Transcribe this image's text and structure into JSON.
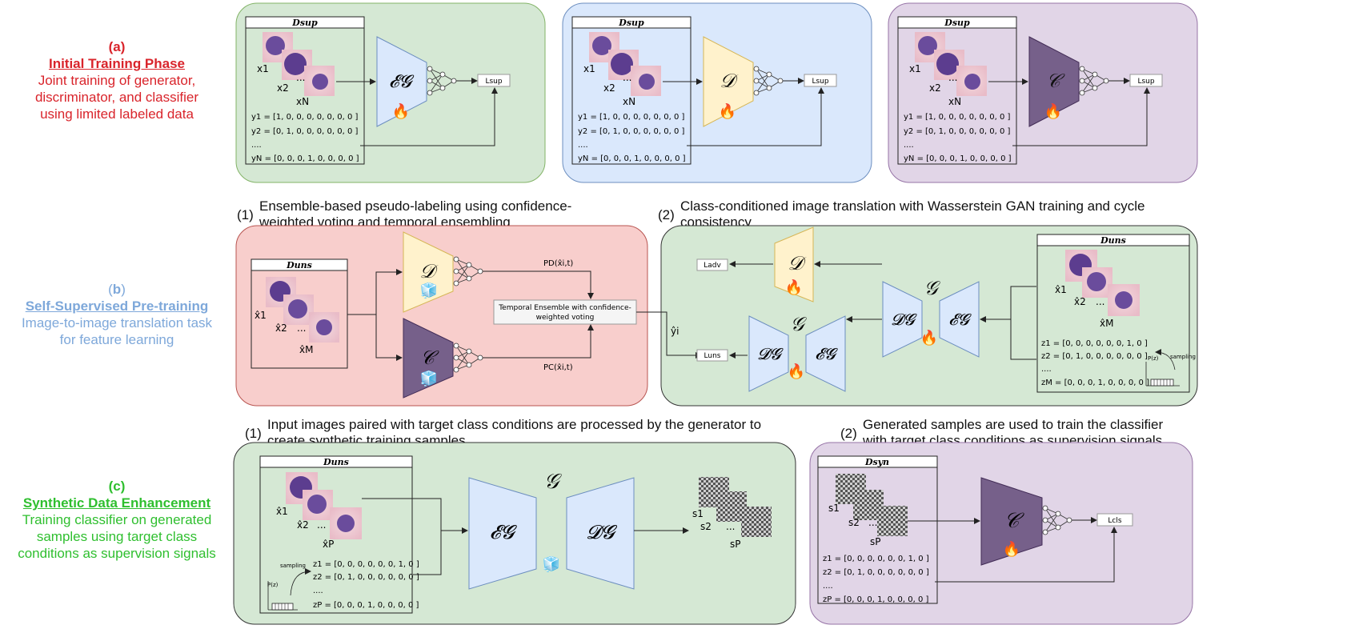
{
  "phases": {
    "a": {
      "label": "(a)",
      "title": "Initial Training Phase",
      "desc": [
        "Joint training of generator,",
        "discriminator, and classifier",
        "using limited labeled data"
      ],
      "color": "#d9242b"
    },
    "b": {
      "label_open": "(",
      "label_letter": "b",
      "label_close": ")",
      "title": "Self-Supervised Pre-training",
      "desc": [
        "Image-to-image translation task",
        "for feature learning"
      ],
      "color": "#7ea8da"
    },
    "c": {
      "label": "(c)",
      "title": "Synthetic Data Enhancement",
      "desc": [
        "Training classifier on generated",
        "samples using target class",
        "conditions as supervision signals"
      ],
      "color": "#2fbf2f"
    }
  },
  "steps": {
    "b1": {
      "num": "(1)",
      "lines": [
        "Ensemble-based pseudo-labeling using confidence-",
        "weighted voting and temporal ensembling"
      ]
    },
    "b2": {
      "num": "(2)",
      "lines": [
        "Class-conditioned image translation with Wasserstein GAN training and cycle",
        "consistency"
      ]
    },
    "c1": {
      "num": "(1)",
      "lines": [
        "Input images paired with target class conditions are processed by the generator to",
        "create synthetic training samples"
      ]
    },
    "c2": {
      "num": "(2)",
      "lines": [
        "Generated samples are used to train the classifier",
        "with target class conditions as supervision signals"
      ]
    }
  },
  "symbols": {
    "encoder_g": "𝓔𝓖",
    "decoder_g": "𝓓𝓖",
    "discriminator": "𝒟",
    "classifier": "𝒞",
    "generator": "𝒢",
    "fire": "🔥",
    "ice": "🧊"
  },
  "datasets": {
    "sup": "Dsup",
    "uns": "Duns",
    "syn": "Dsyn"
  },
  "sup_panel": {
    "x": [
      "x1",
      "x2",
      "xN"
    ],
    "y": [
      "y1 = [1, 0, 0, 0, 0, 0, 0, 0 ]",
      "y2 = [0, 1, 0, 0, 0, 0, 0, 0 ]",
      "....",
      "yN = [0, 0, 0, 1, 0, 0, 0, 0 ]"
    ],
    "loss": "Lsup"
  },
  "b1_panel": {
    "x": [
      "x̂1",
      "x̂2",
      "x̂M"
    ],
    "pd": "PD(x̂i,t)",
    "pc": "PC(x̂i,t)",
    "ensemble": [
      "Temporal Ensemble with confidence-",
      "weighted voting"
    ],
    "yhat": "ŷi"
  },
  "b2_panel": {
    "losses": [
      "Ladv",
      "Luns"
    ],
    "x": [
      "x̂1",
      "x̂2",
      "x̂M"
    ],
    "z": [
      "z1 = [0, 0, 0, 0, 0, 0, 1, 0 ]",
      "z2 = [0, 1, 0, 0, 0, 0, 0, 0 ]",
      "....",
      "zM = [0, 0, 0, 1, 0, 0, 0, 0 ]"
    ],
    "pz": "P(z)",
    "sampling": "sampling"
  },
  "c1_panel": {
    "x": [
      "x̂1",
      "x̂2",
      "x̂P"
    ],
    "z": [
      "z1 = [0, 0, 0, 0, 0, 0, 1, 0 ]",
      "z2 = [0, 1, 0, 0, 0, 0, 0, 0 ]",
      "....",
      "zP = [0, 0, 0, 1, 0, 0, 0, 0 ]"
    ],
    "s": [
      "s1",
      "s2",
      "sP"
    ],
    "pz": "P(z)",
    "sampling": "sampling"
  },
  "c2_panel": {
    "s": [
      "s1",
      "s2",
      "sP"
    ],
    "z": [
      "z1 = [0, 0, 0, 0, 0, 0, 1, 0 ]",
      "z2 = [0, 1, 0, 0, 0, 0, 0, 0 ]",
      "....",
      "zP = [0, 0, 0, 1, 0, 0, 0, 0 ]"
    ],
    "loss": "Lcls"
  },
  "colors": {
    "green_panel": "#d5e8d4",
    "blue_panel": "#dae8fc",
    "purple_panel": "#e1d5e7",
    "red_panel": "#f8cecc",
    "encoder": "#dae8fc",
    "encoder_stroke": "#6c8ebf",
    "disc": "#fff2cc",
    "disc_stroke": "#d6b656",
    "cls": "#76608a",
    "cls_stroke": "#432d57"
  }
}
